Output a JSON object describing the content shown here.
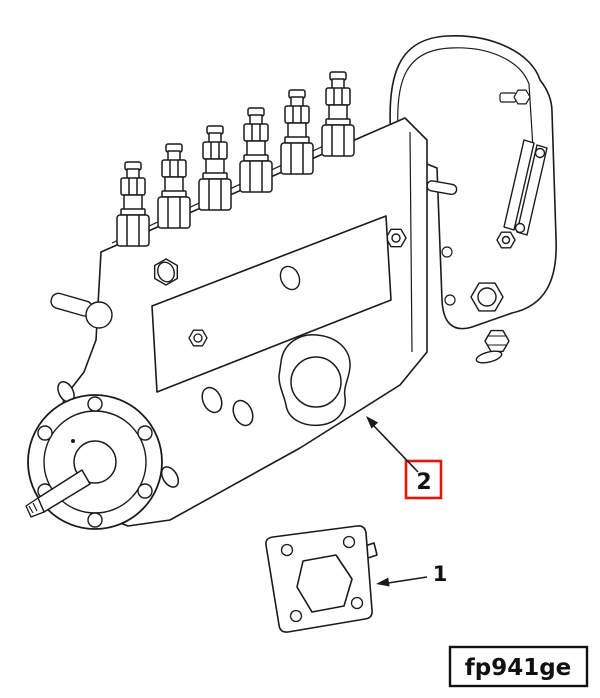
{
  "labels": {
    "callout_1": "1",
    "callout_2": "2",
    "figure_code": "fp941ge"
  },
  "colors": {
    "callout_box": "#e8140c",
    "line": "#1a1a1a",
    "background": "#ffffff"
  }
}
